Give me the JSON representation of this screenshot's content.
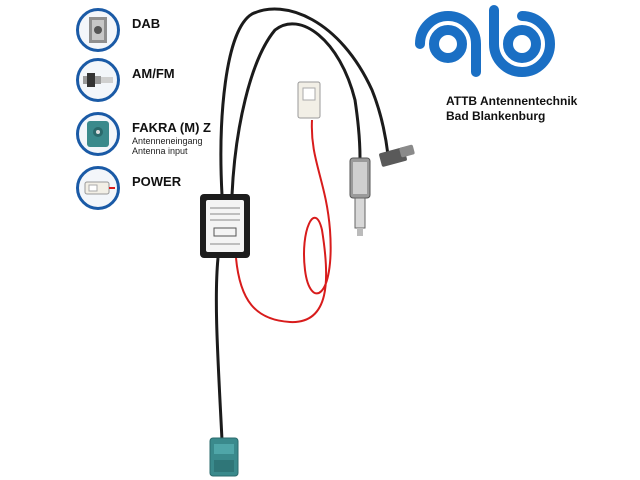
{
  "legend": [
    {
      "label": "DAB",
      "sub": [],
      "icon": "sma-connector-icon"
    },
    {
      "label": "AM/FM",
      "sub": [],
      "icon": "din-plug-icon"
    },
    {
      "label": "FAKRA (M) Z",
      "sub": [
        "Antenneneingang",
        "Antenna input"
      ],
      "icon": "fakra-connector-icon"
    },
    {
      "label": "POWER",
      "sub": [],
      "icon": "power-connector-icon"
    }
  ],
  "brand": {
    "line1": "ATTB Antennentechnik",
    "line2": "Bad Blankenburg",
    "color": "#1a6fc4"
  },
  "colors": {
    "legend_ring": "#1a5aa6",
    "fakra_green": "#3a8a8c",
    "wire_red": "#d81c1c",
    "cable_black": "#1b1b1b"
  }
}
